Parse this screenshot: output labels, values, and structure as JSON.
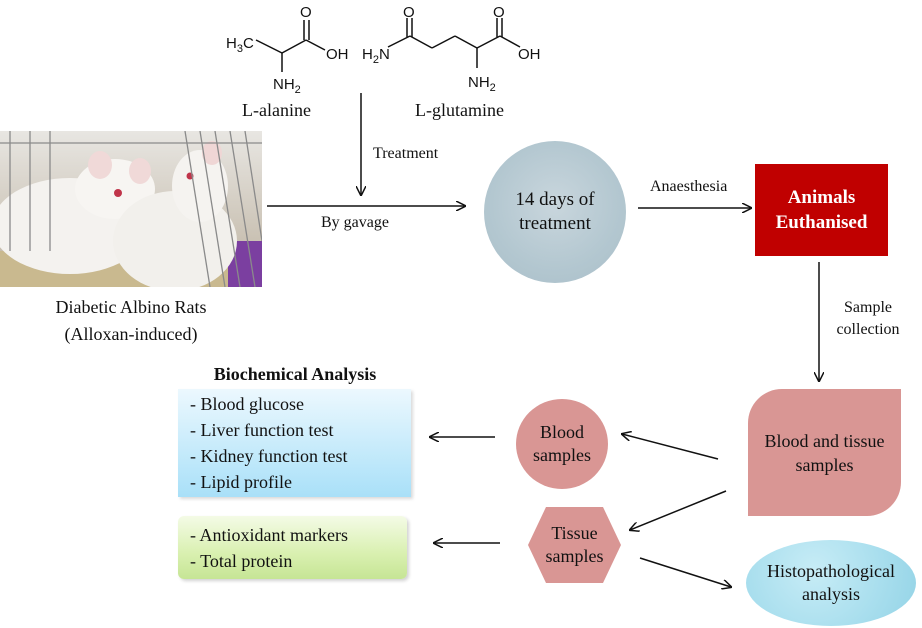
{
  "molecules": {
    "alanine": {
      "name": "L-alanine",
      "atoms": {
        "methyl": "H3C",
        "carbonyl_o": "O",
        "hydroxyl": "OH",
        "amine": "NH2"
      }
    },
    "glutamine": {
      "name": "L-glutamine",
      "atoms": {
        "amide_o": "O",
        "amide_n": "H2N",
        "carbonyl_o": "O",
        "hydroxyl": "OH",
        "amine": "NH2"
      }
    }
  },
  "rats": {
    "line1": "Diabetic Albino Rats",
    "line2": "(Alloxan-induced)"
  },
  "labels": {
    "treatment": "Treatment",
    "by_gavage": "By gavage",
    "anaesthesia": "Anaesthesia",
    "sample_collection_1": "Sample",
    "sample_collection_2": "collection"
  },
  "nodes": {
    "treatment_days": {
      "line1": "14 days of",
      "line2": "treatment"
    },
    "euthanised": {
      "line1": "Animals",
      "line2": "Euthanised"
    },
    "blood_tissue": {
      "line1": "Blood and tissue",
      "line2": "samples"
    },
    "blood": {
      "line1": "Blood",
      "line2": "samples"
    },
    "tissue": {
      "line1": "Tissue",
      "line2": "samples"
    },
    "histo": {
      "line1": "Histopathological",
      "line2": "analysis"
    }
  },
  "biochem": {
    "title": "Biochemical Analysis",
    "items": [
      "- Blood glucose",
      "- Liver function test",
      "- Kidney function test",
      "- Lipid profile"
    ]
  },
  "antioxidant": {
    "items": [
      "- Antioxidant markers",
      "- Total protein"
    ]
  },
  "colors": {
    "euthanised": "#c00000",
    "samples": "#d99694",
    "treatment_circle": "#b3c7d0",
    "histo": "#aadfee",
    "biochem_box": "#c7ebfb",
    "antioxidant_box": "#d9f0b0"
  }
}
